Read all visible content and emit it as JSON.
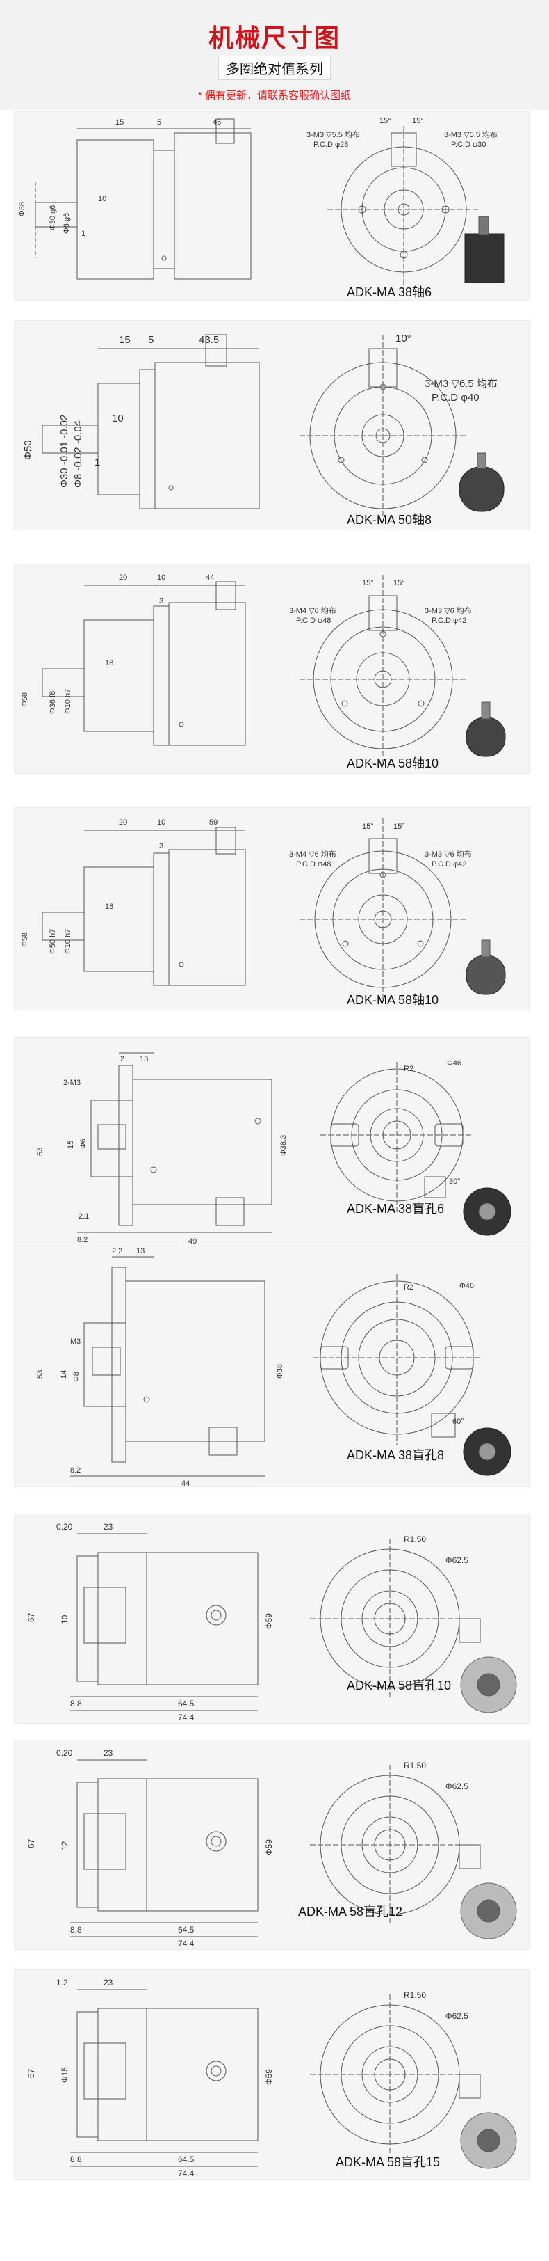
{
  "header": {
    "title": "机械尺寸图",
    "subtitle": "多圈绝对值系列",
    "note": "* 偶有更新，请联系客服确认图纸"
  },
  "panels": [
    {
      "caption": "ADK-MA 38轴6",
      "dims": {
        "d1": "15",
        "d2": "5",
        "d3": "46",
        "phi1": "Φ38",
        "phi2": "Φ30 g6",
        "phi3": "Φ6 g6",
        "len": "10",
        "small": "1",
        "hole_note": "3-M3 ▽5.5 均布",
        "pcd": "P.C.D φ28",
        "hole_note2": "3-M3 ▽5.5 均布",
        "pcd2": "P.C.D φ30",
        "ang1": "15°",
        "ang2": "15°"
      }
    },
    {
      "caption": "ADK-MA 50轴8",
      "dims": {
        "d1": "15",
        "d2": "5",
        "d3": "43.5",
        "phi1": "Φ50",
        "phi2": "Φ30 -0.01 -0.02",
        "phi3": "Φ8 -0.02 -0.04",
        "len": "10",
        "small": "1",
        "hole_note": "3-M3 ▽6.5 均布",
        "pcd": "P.C.D φ40",
        "ang1": "10°"
      }
    },
    {
      "caption": "ADK-MA 58轴10",
      "dims": {
        "d1": "20",
        "d2": "10",
        "d3": "44",
        "phi1": "Φ58",
        "phi2": "Φ36 f8",
        "phi3": "Φ10 h7",
        "len": "18",
        "small": "3",
        "hole_note": "3-M4 ▽6 均布",
        "pcd": "P.C.D φ48",
        "hole_note2": "3-M3 ▽6 均布",
        "pcd2": "P.C.D φ42",
        "ang1": "15°",
        "ang2": "15°"
      }
    },
    {
      "caption": "ADK-MA 58轴10",
      "dims": {
        "d1": "20",
        "d2": "10",
        "d3": "59",
        "phi1": "Φ58",
        "phi2": "Φ50 h7",
        "phi3": "Φ10 h7",
        "len": "18",
        "small": "3",
        "hole_note": "3-M4 ▽6 均布",
        "pcd": "P.C.D φ48",
        "hole_note2": "3-M3 ▽6 均布",
        "pcd2": "P.C.D φ42",
        "ang1": "15°",
        "ang2": "15°"
      }
    },
    {
      "caption": "ADK-MA 38盲孔6",
      "dims": {
        "d1": "2",
        "d2": "13",
        "d3": "49",
        "phi1": "Φ38.3",
        "phi2": "",
        "phi3": "Φ6",
        "len": "53",
        "small": "15",
        "m": "2-M3",
        "a": "8.2",
        "b": "2.1",
        "r": "R2",
        "ang1": "30°",
        "phi4": "Φ46"
      }
    },
    {
      "caption": "ADK-MA 38盲孔8",
      "dims": {
        "d1": "2.2",
        "d2": "13",
        "d3": "44",
        "phi1": "Φ38",
        "phi2": "",
        "phi3": "Φ8",
        "len": "53",
        "small": "14",
        "m": "M3",
        "a": "8.2",
        "b": "",
        "r": "R2",
        "ang1": "60°",
        "phi4": "Φ46"
      }
    },
    {
      "caption": "ADK-MA 58盲孔10",
      "dims": {
        "d1": "0.20",
        "d2": "23",
        "d3": "64.5",
        "d4": "74.4",
        "phi1": "Φ59",
        "phi3": "10",
        "len": "67",
        "a": "8.8",
        "r": "R1.50",
        "phi4": "Φ62.5"
      }
    },
    {
      "caption": "ADK-MA 58盲孔12",
      "dims": {
        "d1": "0.20",
        "d2": "23",
        "d3": "64.5",
        "d4": "74.4",
        "phi1": "Φ59",
        "phi3": "12",
        "len": "67",
        "a": "8.8",
        "r": "R1.50",
        "phi4": "Φ62.5"
      }
    },
    {
      "caption": "ADK-MA 58盲孔15",
      "dims": {
        "d1": "1.2",
        "d2": "23",
        "d3": "64.5",
        "d4": "74.4",
        "phi1": "Φ59",
        "phi3": "Φ15",
        "len": "67",
        "a": "8.8",
        "r": "R1.50",
        "phi4": "Φ62.5"
      }
    }
  ]
}
